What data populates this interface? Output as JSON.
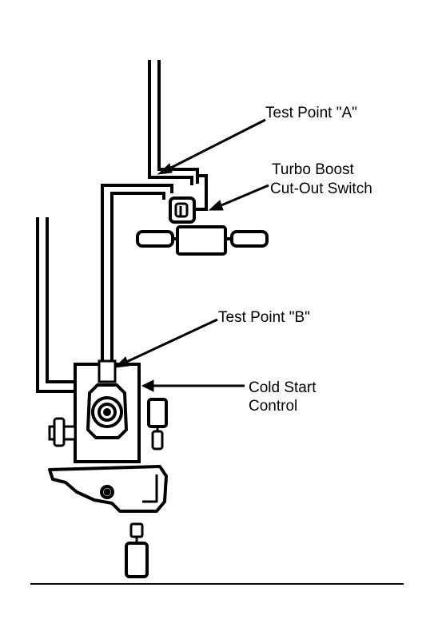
{
  "diagram": {
    "labels": {
      "test_point_a": "Test Point \"A\"",
      "turbo_boost_line1": "Turbo Boost",
      "turbo_boost_line2": "Cut-Out Switch",
      "test_point_b": "Test Point \"B\"",
      "cold_start_line1": "Cold Start",
      "cold_start_line2": "Control"
    },
    "colors": {
      "ink": "#000000",
      "paper": "#ffffff"
    }
  }
}
